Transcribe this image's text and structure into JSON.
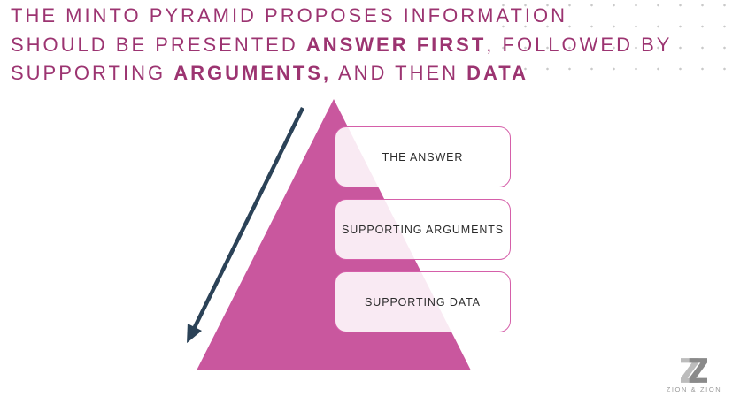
{
  "title": {
    "line1": {
      "t1": "THE MINTO PYRAMID PROPOSES INFORMATION"
    },
    "line2": {
      "t1": "SHOULD BE PRESENTED ",
      "t2": "ANSWER FIRST",
      "t3": ", FOLLOWED BY"
    },
    "line3": {
      "t1": "SUPPORTING ",
      "t2": "ARGUMENTS,",
      "t3": " AND THEN ",
      "t4": "DATA"
    },
    "color": "#9c3471"
  },
  "pyramid": {
    "levels": [
      {
        "label": "THE ANSWER"
      },
      {
        "label": "SUPPORTING ARGUMENTS"
      },
      {
        "label": "SUPPORTING DATA"
      }
    ],
    "triangle_color": "#c9579e",
    "arrow_color": "#2b4257",
    "box_border_color": "#d55fa9",
    "box_fill": "rgba(255,255,255,0.88)",
    "box_text_color": "#2b2b2b"
  },
  "logo": {
    "text": "ZION & ZION",
    "mark_light_color": "#bcbcbc",
    "mark_dark_color": "#8a8a8a",
    "text_color": "#9b9b9b"
  },
  "decor": {
    "dot_color": "#c9c9c9"
  }
}
